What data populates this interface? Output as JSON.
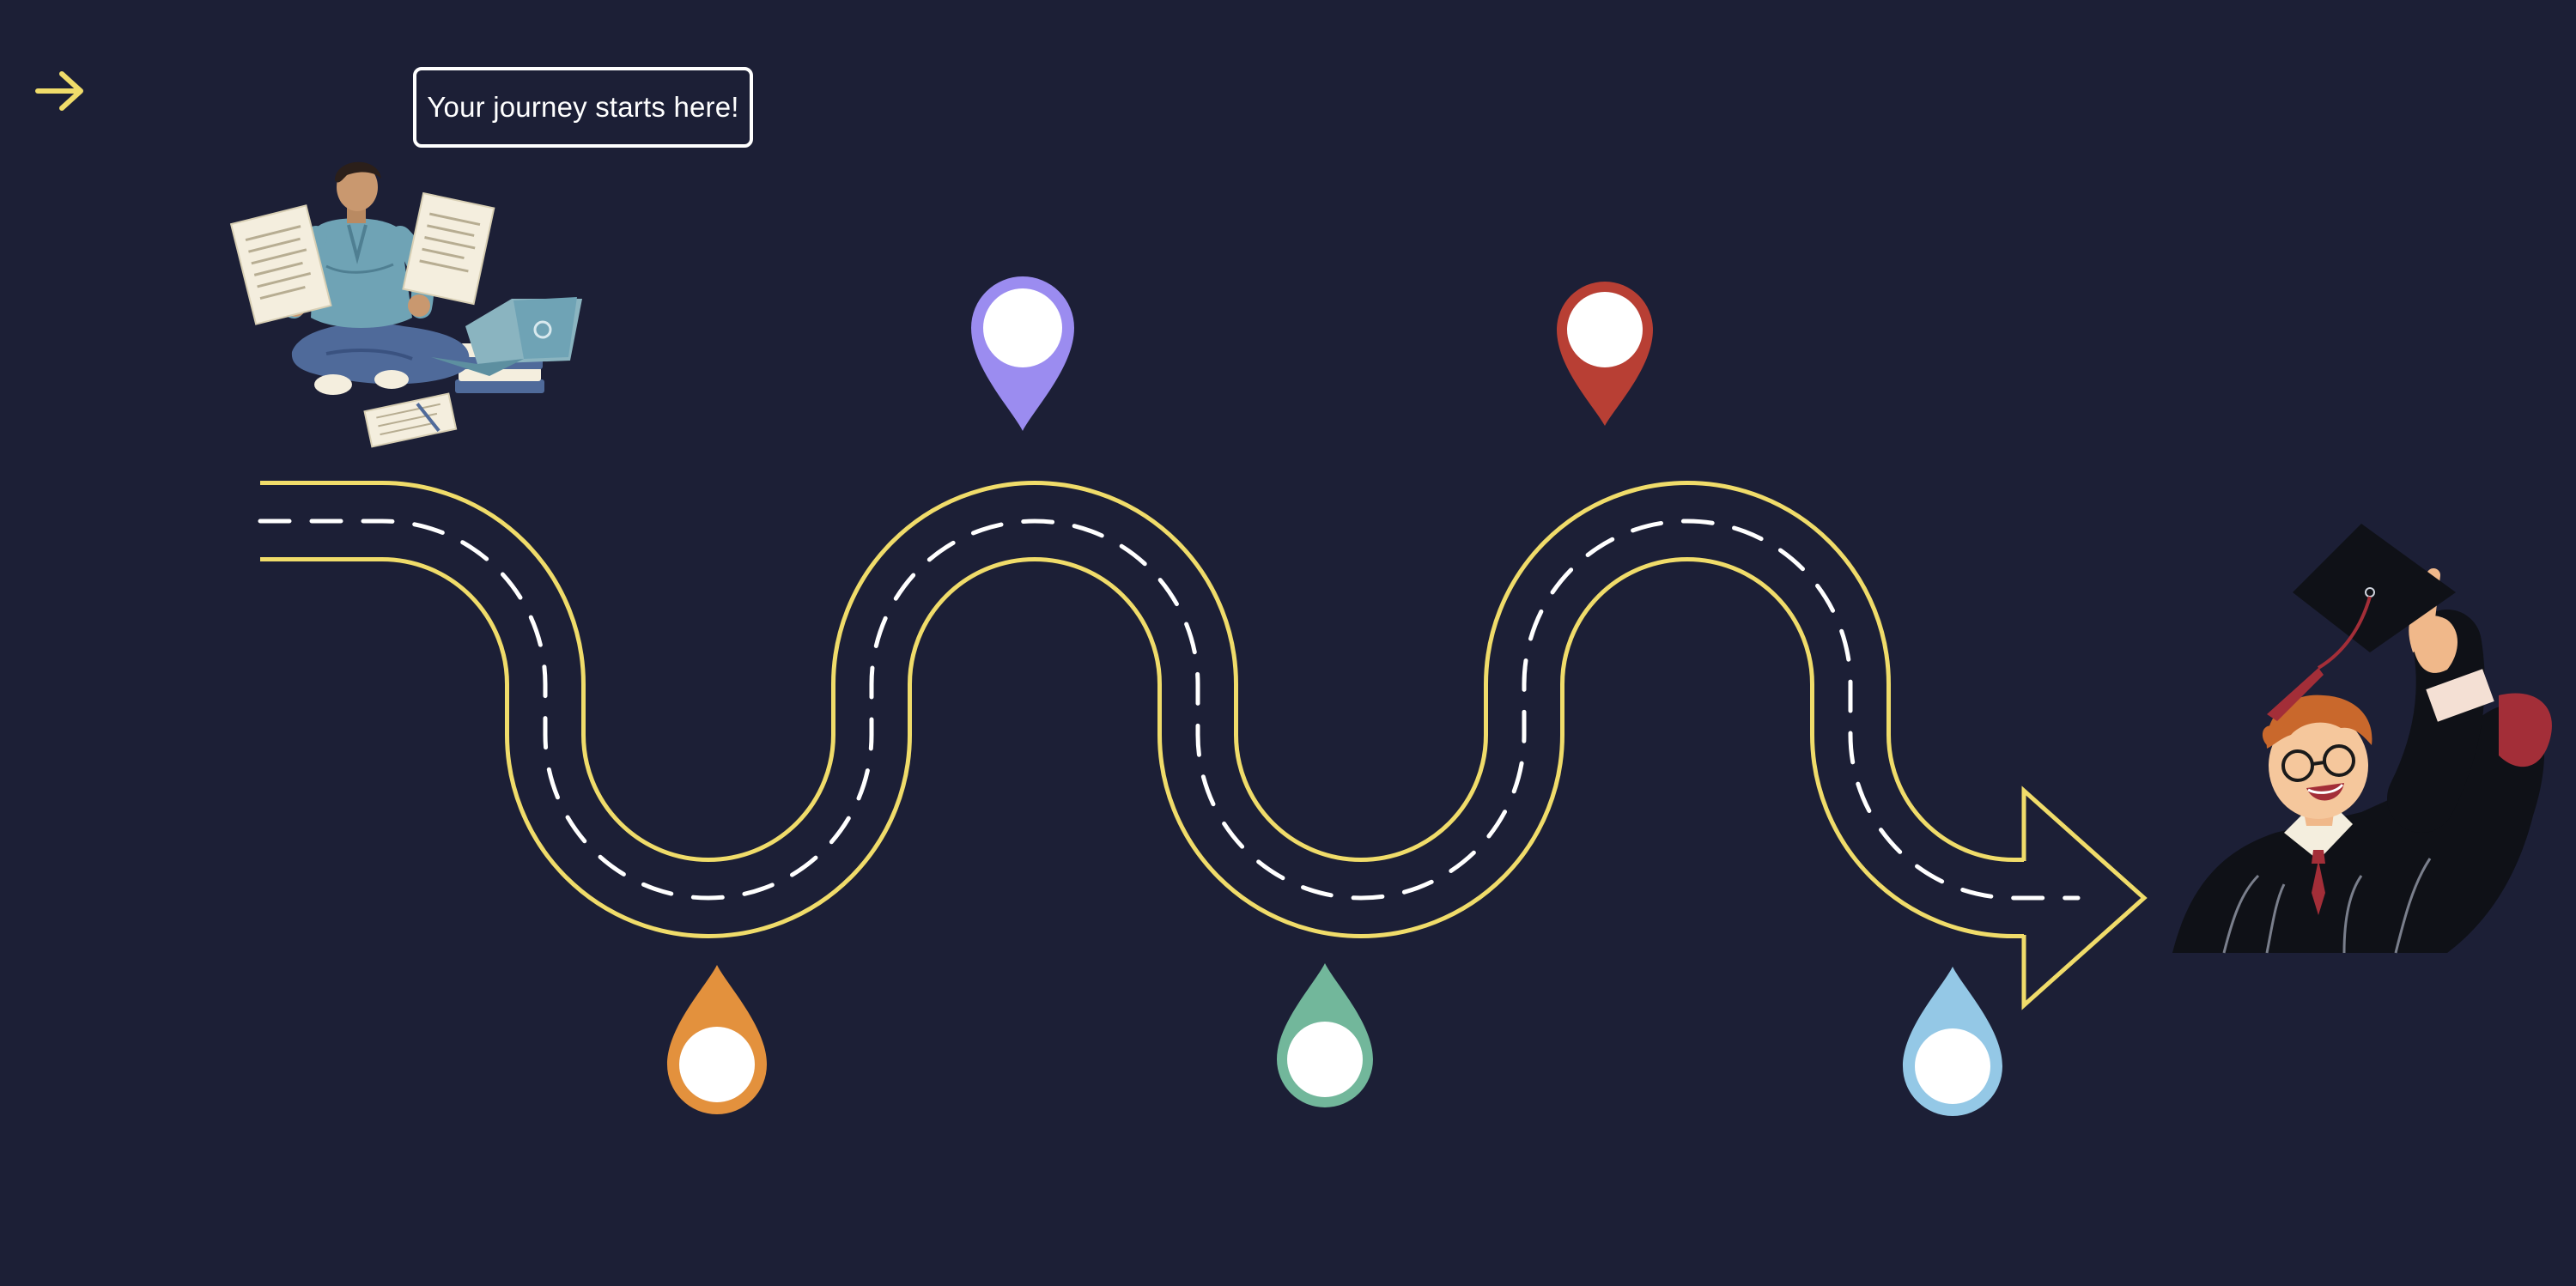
{
  "page": {
    "background": "#1c1f36",
    "accent": "#f0dc6a"
  },
  "nav": {
    "next_icon": "arrow-right-icon"
  },
  "callout": {
    "text": "Your journey starts here!"
  },
  "road": {
    "edge_color": "#f0dc6a",
    "lane_color": "#ffffff",
    "end_marker": "arrow-head"
  },
  "milestones": [
    {
      "name": "milestone-pin-1",
      "color": "#e3913d",
      "direction": "up"
    },
    {
      "name": "milestone-pin-2",
      "color": "#9b8cf0",
      "direction": "down"
    },
    {
      "name": "milestone-pin-3",
      "color": "#72b79b",
      "direction": "up"
    },
    {
      "name": "milestone-pin-4",
      "color": "#b83f34",
      "direction": "down"
    },
    {
      "name": "milestone-pin-5",
      "color": "#94c8e6",
      "direction": "up"
    }
  ],
  "illustrations": {
    "start": "student-studying-illustration",
    "end": "graduate-illustration"
  }
}
